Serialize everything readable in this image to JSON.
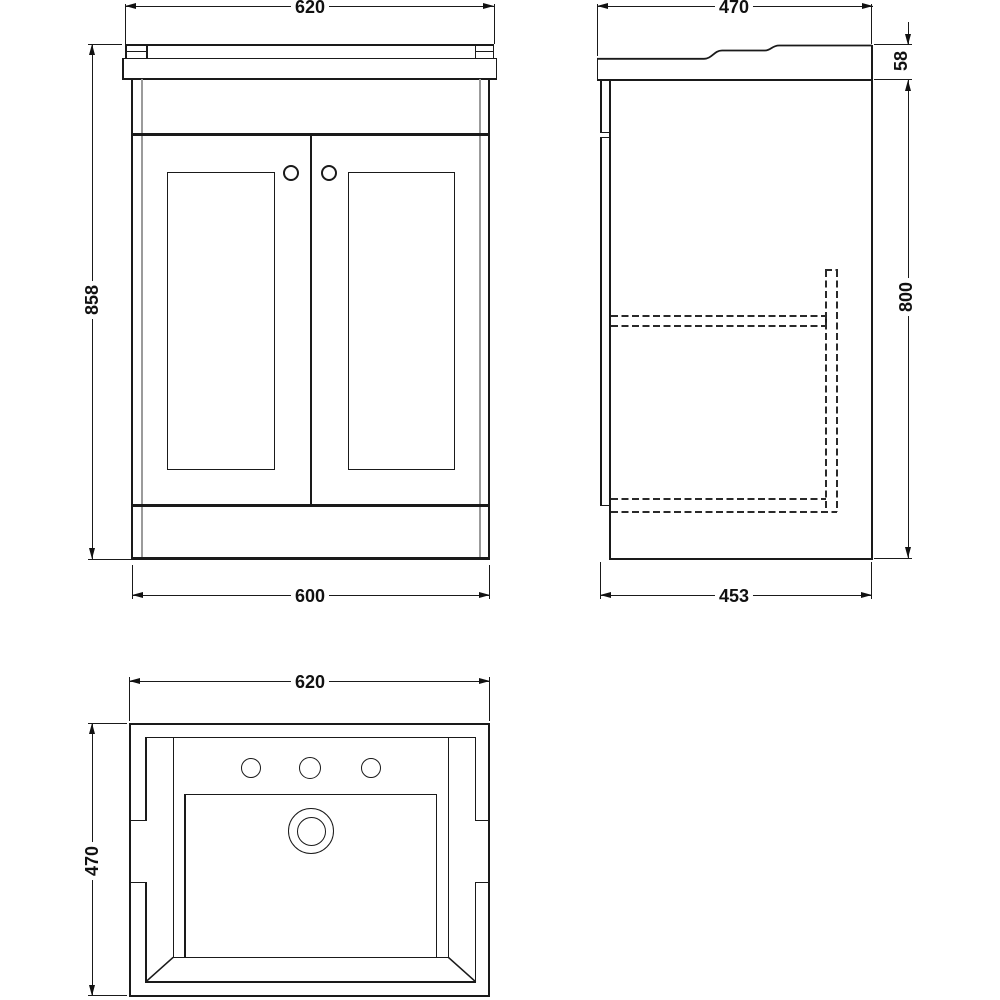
{
  "colors": {
    "background": "#ffffff",
    "line": "#1a1a1a",
    "grey_line": "#9b9b9b"
  },
  "views": {
    "front": {
      "dims": {
        "top_width": "620",
        "height": "858",
        "bottom_width": "600"
      }
    },
    "side": {
      "dims": {
        "top_depth": "470",
        "basin_height": "58",
        "cabinet_height": "800",
        "bottom_depth": "453"
      }
    },
    "basin_top": {
      "dims": {
        "width": "620",
        "depth": "470"
      }
    }
  }
}
